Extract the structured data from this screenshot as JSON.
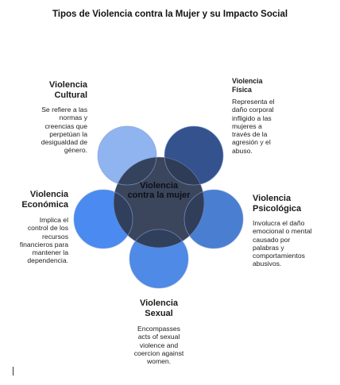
{
  "title": "Tipos de Violencia contra la Mujer y su Impacto Social",
  "center": {
    "label": "Violencia contra la mujer",
    "color": "#2f3a52"
  },
  "items": {
    "cultural": {
      "heading": "Violencia Cultural",
      "description": "Se refiere a las normas y creencias que perpetúan la desigualdad de género.",
      "color": "#8fb4f0"
    },
    "fisica": {
      "heading": "Violencia Física",
      "description": "Representa el daño corporal infligido a las mujeres a través de la agresión y el abuso.",
      "color": "#34528e"
    },
    "economica": {
      "heading": "Violencia Económica",
      "description": "Implica el control de los recursos financieros para mantener la dependencia.",
      "color": "#4b8af0"
    },
    "psicologica": {
      "heading": "Violencia Psicológica",
      "description": "Involucra el daño emocional o mental causado por palabras y comportamientos abusivos.",
      "color": "#4a7ed1"
    },
    "sexual": {
      "heading": "Violencia Sexual",
      "description": "Encompasses acts of sexual violence and coercion against women.",
      "color": "#4e8ae6"
    }
  }
}
